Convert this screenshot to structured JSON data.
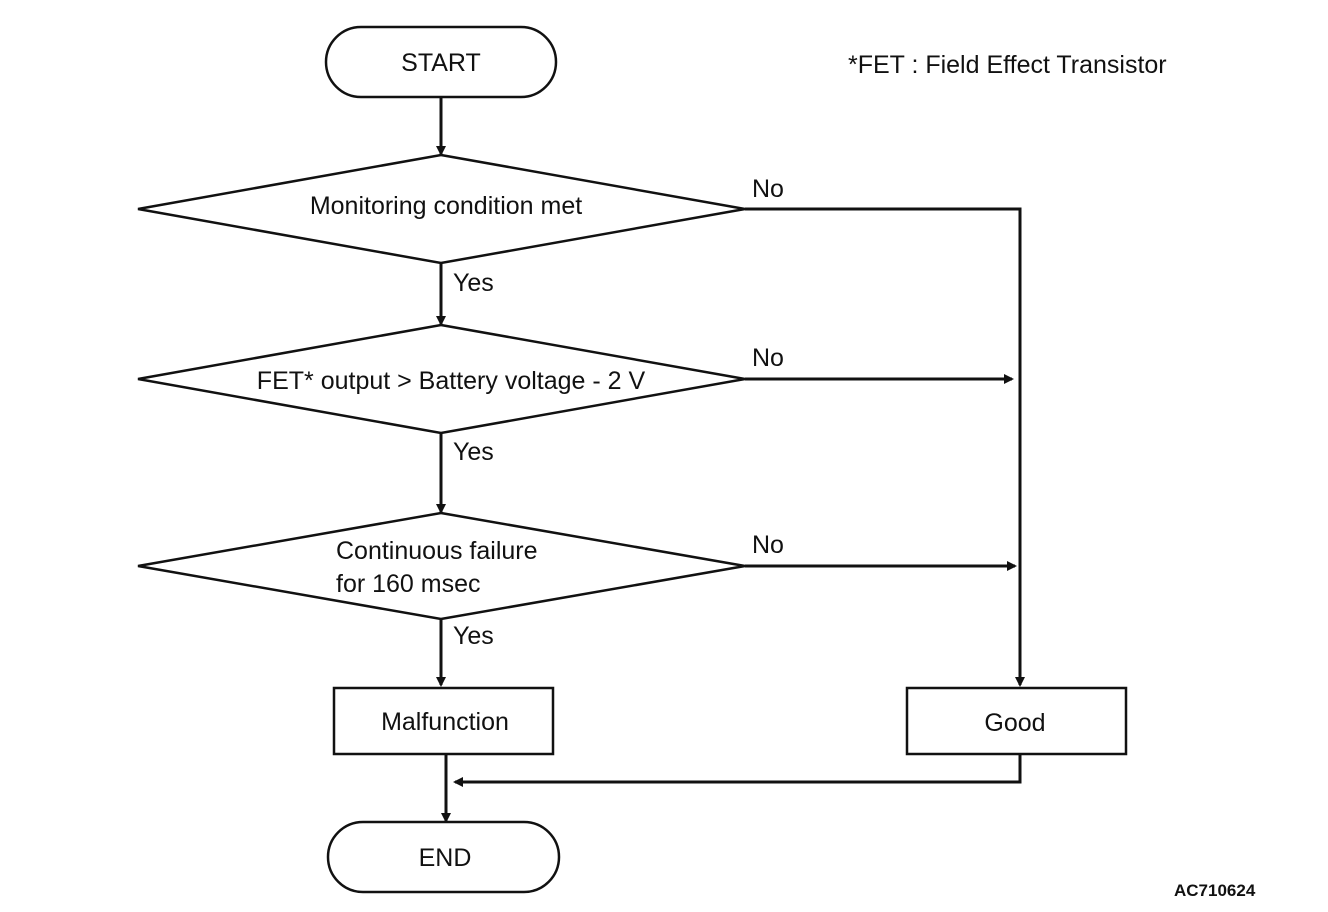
{
  "flowchart": {
    "note": "*FET : Field Effect Transistor",
    "figure_code": "AC710624",
    "nodes": {
      "start": "START",
      "decision_monitoring": "Monitoring condition met",
      "decision_fet": "FET* output > Battery voltage - 2 V",
      "decision_continuous_line1": "Continuous failure",
      "decision_continuous_line2": "for 160 msec",
      "malfunction": "Malfunction",
      "good": "Good",
      "end": "END"
    },
    "edges": {
      "yes": "Yes",
      "no": "No"
    }
  }
}
